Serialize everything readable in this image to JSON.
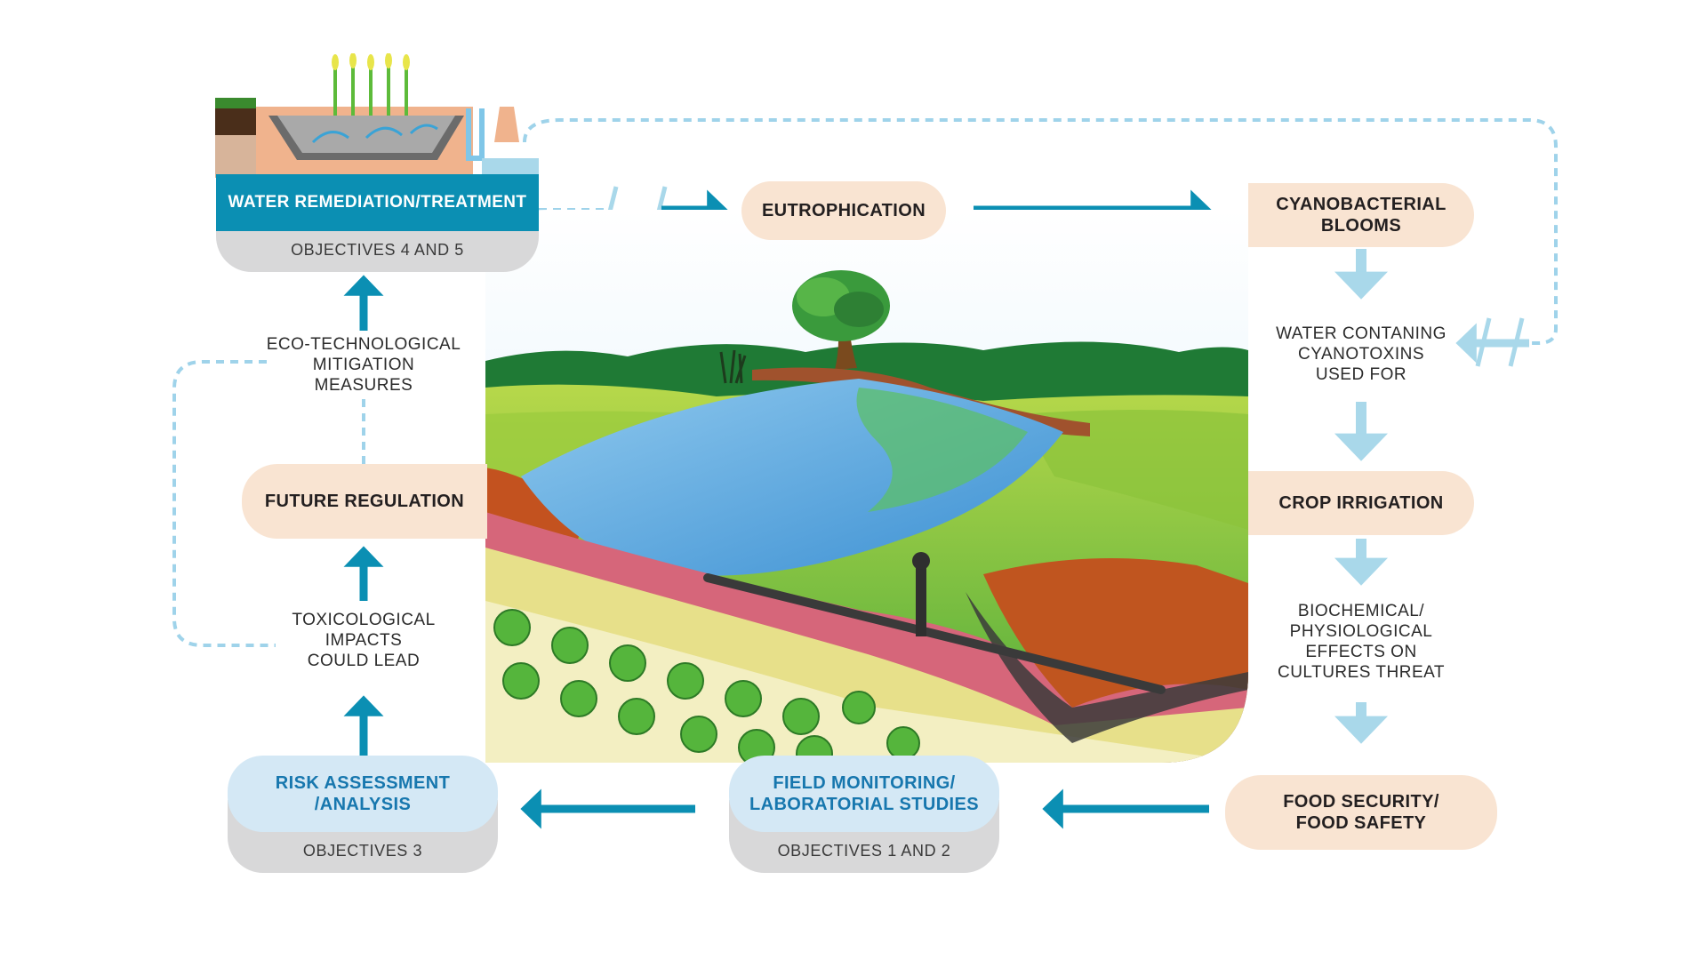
{
  "remediation": {
    "title": "WATER REMEDIATION/TREATMENT",
    "objectives": "OBJECTIVES 4 AND 5"
  },
  "eutrophication": "EUTROPHICATION",
  "cyanobacterial_blooms": [
    "CYANOBACTERIAL",
    "BLOOMS"
  ],
  "water_cyanotoxins": [
    "WATER CONTANING",
    "CYANOTOXINS",
    "USED FOR"
  ],
  "crop_irrigation": "CROP IRRIGATION",
  "biochemical_effects": [
    "BIOCHEMICAL/",
    "PHYSIOLOGICAL",
    "EFFECTS ON",
    "CULTURES THREAT"
  ],
  "food_security": [
    "FOOD SECURITY/",
    "FOOD SAFETY"
  ],
  "field_monitoring": {
    "lines": [
      "FIELD MONITORING/",
      "LABORATORIAL STUDIES"
    ],
    "objectives": "OBJECTIVES 1 AND 2"
  },
  "risk_assessment": {
    "lines": [
      "RISK ASSESSMENT",
      "/ANALYSIS"
    ],
    "objectives": "OBJECTIVES 3"
  },
  "toxicological": [
    "TOXICOLOGICAL",
    "IMPACTS",
    "COULD LEAD"
  ],
  "future_regulation": "FUTURE REGULATION",
  "eco_measures": [
    "ECO-TECHNOLOGICAL",
    "MITIGATION",
    "MEASURES"
  ],
  "colors": {
    "teal_arrow": "#0b8fb3",
    "light_arrow": "#a9d8ea",
    "dashed_line": "#9fd3ea",
    "peach_box": "#f9e4d2",
    "blue_box": "#d4e8f5",
    "grey_tab": "#d8d8d9"
  }
}
